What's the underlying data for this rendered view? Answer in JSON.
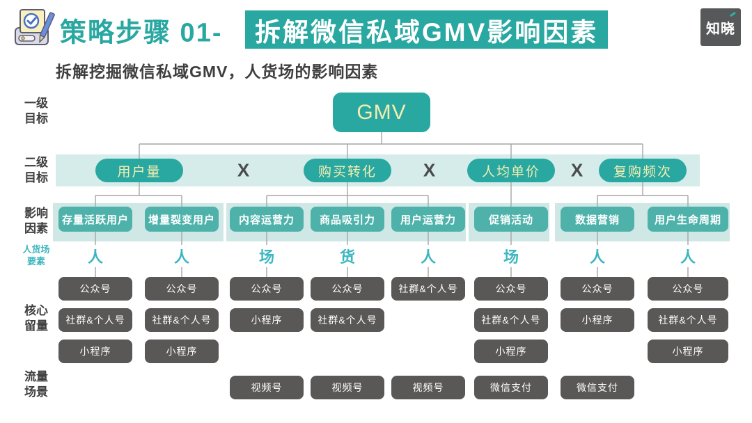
{
  "header": {
    "title_prefix": "策略步骤 01-",
    "title_highlight": "拆解微信私域GMV影响因素",
    "subtitle": "拆解挖掘微信私域GMV，人货场的影响因素",
    "logo_text": "知晓"
  },
  "colors": {
    "teal_primary": "#29a7a1",
    "teal_factor_box": "#4eb2ab",
    "teal_band": "#d5ecea",
    "teal_group_band": "#cfe8e5",
    "teal_element_text": "#3db6c0",
    "pill_text": "#f4eeb0",
    "dark_box": "#5a5857",
    "dark_text": "#3f3f3f",
    "connector_line": "#a5a5a5"
  },
  "row_labels": [
    {
      "lines": [
        "一级",
        "目标"
      ],
      "accent": false
    },
    {
      "lines": [
        "二级",
        "目标"
      ],
      "accent": false
    },
    {
      "lines": [
        "影响",
        "因素"
      ],
      "accent": false
    },
    {
      "lines": [
        "人货场",
        "要素"
      ],
      "accent": true
    },
    {
      "lines": [
        "核心",
        "留量"
      ],
      "accent": false
    },
    {
      "lines": [
        "流量",
        "场景"
      ],
      "accent": false
    }
  ],
  "diagram": {
    "root_label": "GMV",
    "multiply_symbol": "X",
    "level2": [
      "用户量",
      "购买转化",
      "人均单价",
      "复购频次"
    ],
    "factors": [
      "存量活跃用户",
      "增量裂变用户",
      "内容运营力",
      "商品吸引力",
      "用户运营力",
      "促销活动",
      "数据营销",
      "用户生命周期"
    ],
    "elements": [
      "人",
      "人",
      "场",
      "货",
      "人",
      "场",
      "人",
      "人"
    ],
    "core_stacks": [
      [
        "公众号",
        "社群&个人号",
        "小程序"
      ],
      [
        "公众号",
        "社群&个人号",
        "小程序"
      ],
      [
        "公众号",
        "小程序"
      ],
      [
        "公众号",
        "社群&个人号"
      ],
      [
        "社群&个人号"
      ],
      [
        "公众号",
        "社群&个人号",
        "小程序"
      ],
      [
        "公众号",
        "小程序"
      ],
      [
        "公众号",
        "社群&个人号",
        "小程序"
      ]
    ],
    "traffic_scenes": [
      null,
      null,
      "视频号",
      "视频号",
      "视频号",
      "微信支付",
      "微信支付",
      null
    ]
  }
}
